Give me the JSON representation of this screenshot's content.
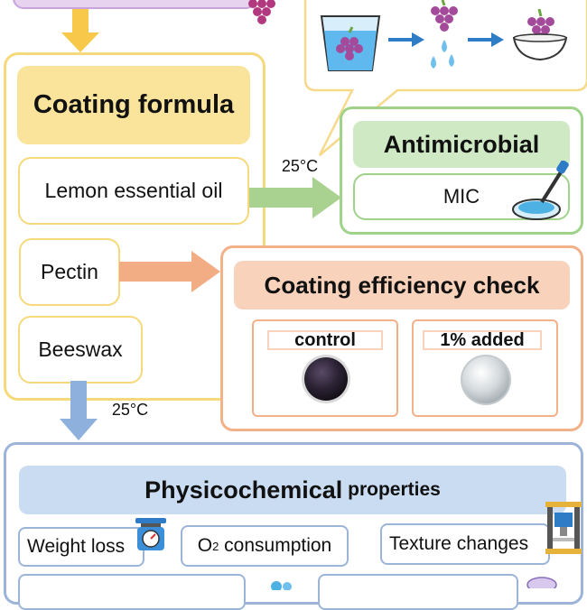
{
  "formula": {
    "title": "Coating formula",
    "ingredients": [
      "Lemon essential oil",
      "Pectin",
      "Beeswax"
    ]
  },
  "temps": {
    "to_antimicrobial": "25°C",
    "to_physico": "25°C"
  },
  "antimicrobial": {
    "title": "Antimicrobial",
    "test": "MIC"
  },
  "efficiency": {
    "title": "Coating efficiency check",
    "samples": [
      {
        "label": "control"
      },
      {
        "label": "1% added"
      }
    ]
  },
  "physico": {
    "title_bold": "Physicochemical",
    "title_rest": " properties",
    "items": {
      "weight_loss": "Weight loss",
      "o2_prefix": "O",
      "o2_sub": "2",
      "o2_rest": " consumption",
      "texture": "Texture changes"
    }
  },
  "colors": {
    "formula_border": "#f5d97a",
    "formula_title_bg": "#fae39a",
    "green": "#9fd28a",
    "green_title_bg": "#cfe9c4",
    "orange": "#f2b189",
    "orange_title_bg": "#f8d2bb",
    "blue": "#9bb4d8",
    "blue_title_bg": "#c9dcf1",
    "arrow_blue": "#2f7cc6"
  },
  "icons": [
    "grape-icon",
    "water-cup-icon",
    "water-drop-icon",
    "bowl-icon",
    "petri-dish-icon",
    "scale-icon",
    "texture-analyzer-icon"
  ]
}
